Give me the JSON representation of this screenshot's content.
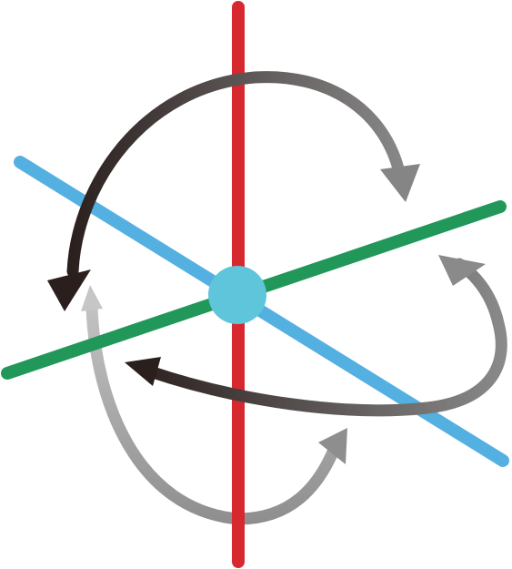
{
  "diagram": {
    "axes": [
      {
        "name": "red",
        "color": "#d7282f"
      },
      {
        "name": "blue",
        "color": "#55b0e2"
      },
      {
        "name": "green",
        "color": "#21985a"
      }
    ],
    "center": {
      "color": "#5fc5da"
    },
    "rotation_arrows": [
      {
        "name": "top",
        "gradient": [
          "#2a1f1d",
          "#8a8a8a"
        ]
      },
      {
        "name": "right",
        "gradient": [
          "#2a1f1d",
          "#8a8a8a"
        ]
      },
      {
        "name": "left",
        "gradient": [
          "#c4c4c4",
          "#8e8e8e"
        ]
      }
    ]
  }
}
